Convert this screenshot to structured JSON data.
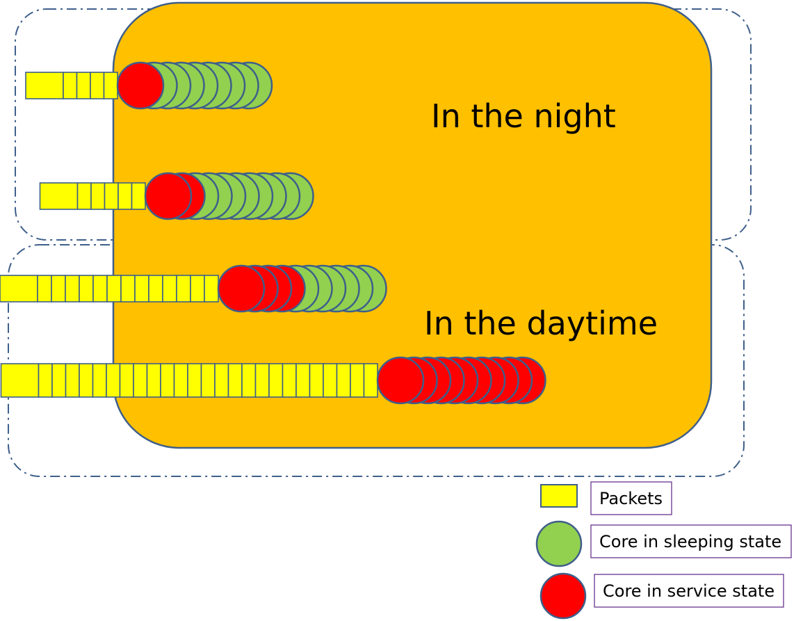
{
  "diagram": {
    "sections": [
      {
        "id": "night",
        "label": "In the night",
        "rows": [
          {
            "packets": 5,
            "service_cores": 1,
            "sleeping_cores": 8
          },
          {
            "packets": 6,
            "service_cores": 2,
            "sleeping_cores": 8
          }
        ]
      },
      {
        "id": "daytime",
        "label": "In the daytime",
        "rows": [
          {
            "packets": 14,
            "service_cores": 4,
            "sleeping_cores": 6
          },
          {
            "packets": 26,
            "service_cores": 10,
            "sleeping_cores": 0
          }
        ]
      }
    ],
    "legend": {
      "packets": "Packets",
      "sleeping": "Core in sleeping state",
      "service": "Core in service state"
    },
    "colors": {
      "server_fill": "#FFC000",
      "server_stroke": "#3E5F8A",
      "packet_fill": "#FFFF00",
      "sleeping_fill": "#92D050",
      "service_fill": "#FF0000",
      "core_stroke": "#3E5F8A",
      "group_border": "#3E5F8A",
      "legend_box_border": "#7B4F9E"
    }
  }
}
